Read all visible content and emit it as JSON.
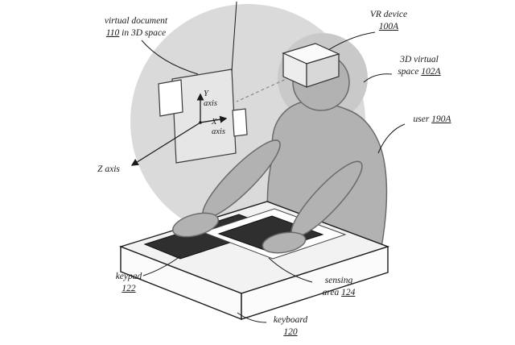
{
  "labels": {
    "virtual_document": {
      "line1": "virtual document",
      "num": "110",
      "rest": "in 3D space"
    },
    "vr_device": {
      "name": "VR device",
      "num": "100A"
    },
    "virtual_space": {
      "line1": "3D virtual",
      "word": "space",
      "num": "102A"
    },
    "user": {
      "word": "user",
      "num": "190A"
    },
    "y_axis": {
      "letter": "Y",
      "word": "axis"
    },
    "x_axis": {
      "letter": "X",
      "word": "axis"
    },
    "z_axis": {
      "letter": "Z",
      "word": "axis"
    },
    "keypad": {
      "word": "keypad",
      "num": "122"
    },
    "sensing_area": {
      "line1": "sensing",
      "word": "area",
      "num": "124"
    },
    "keyboard": {
      "word": "keyboard",
      "num": "120"
    }
  },
  "colors": {
    "background": "#ffffff",
    "virtual_space_sphere": "#dadada",
    "head_halo": "#c9c9c9",
    "figure_gray": "#b2b2b2",
    "dark_panel": "#2f2f2f",
    "line": "#1a1a1a"
  }
}
